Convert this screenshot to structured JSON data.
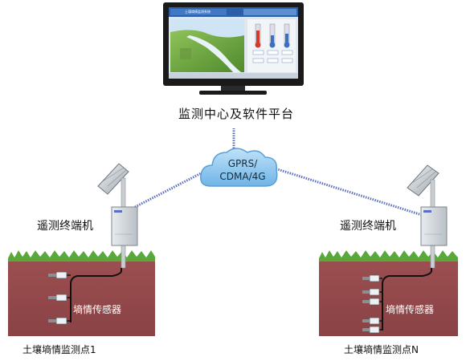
{
  "monitor": {
    "screen_title": "土壤墒情监测系统"
  },
  "center_label": "监测中心及软件平台",
  "cloud": {
    "line1": "GPRS/",
    "line2": "CDMA/4G"
  },
  "terminal_label": "遥测终端机",
  "sensor_label": "墒情传感器",
  "site_labels": {
    "left": "土壤墒情监测点1",
    "right": "土壤墒情监测点N"
  },
  "colors": {
    "soil": "#944a4c",
    "grass": "#5aa83a",
    "cloud_fill": "#8ec8ef",
    "link_dots": "#5a6fc0",
    "monitor_frame": "#1a1a1a",
    "screen_header": "#2d5fa8"
  },
  "icons": [
    "monitor-icon",
    "cloud-icon",
    "solar-panel-icon",
    "terminal-box-icon",
    "sensor-probe-icon"
  ]
}
